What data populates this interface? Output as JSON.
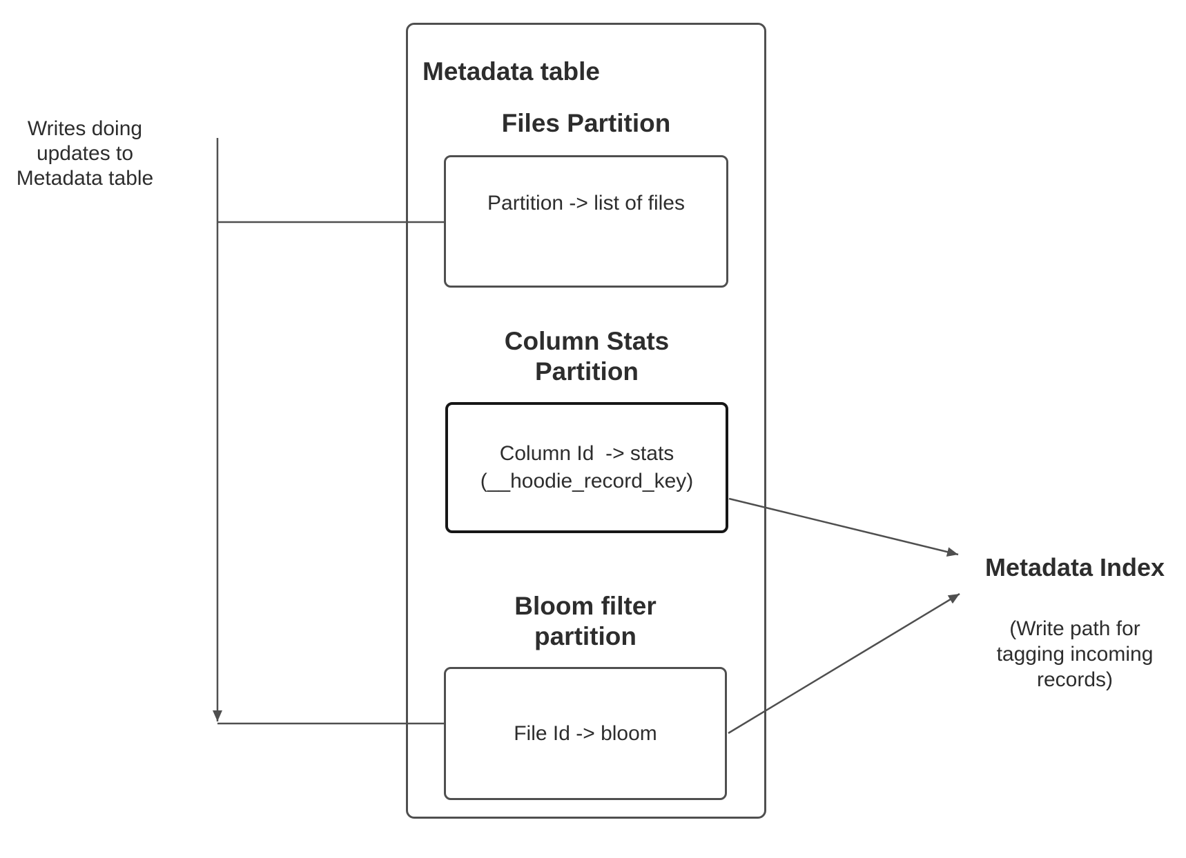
{
  "metadata_table": {
    "title": "Metadata table",
    "files_partition": {
      "heading": "Files Partition",
      "label": "Partition -> list of files"
    },
    "column_stats_partition": {
      "heading": "Column Stats\nPartition",
      "label": "Column Id  -> stats\n(__hoodie_record_key)"
    },
    "bloom_filter_partition": {
      "heading": "Bloom filter\npartition",
      "label": "File Id -> bloom"
    }
  },
  "annotations": {
    "writes_note": "Writes doing\nupdates to\nMetadata table",
    "index_title": "Metadata Index",
    "index_subtitle": "(Write path for\ntagging incoming\nrecords)"
  },
  "colors": {
    "background": "#ffffff",
    "border": "#4f4f4f",
    "bold_border": "#161616",
    "connector": "#4f4f4f",
    "text": "#2d2d2d"
  }
}
